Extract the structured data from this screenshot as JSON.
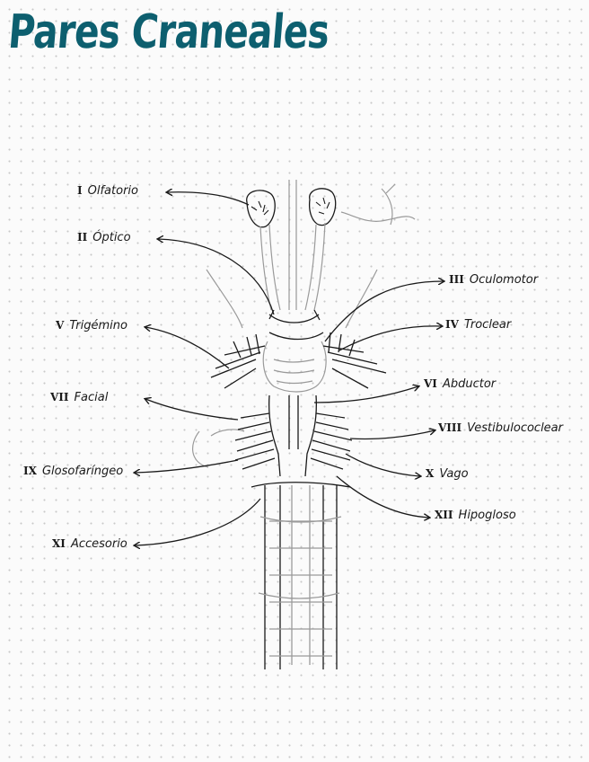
{
  "title": "Pares Craneales",
  "colors": {
    "title": "#0d5f6f",
    "ink": "#1a1a1a",
    "sketch": "#9a9a9a",
    "paper": "#fbfbfb",
    "dot": "#c9c9c9"
  },
  "nerves": [
    {
      "numeral": "I",
      "name": "Olfatorio"
    },
    {
      "numeral": "II",
      "name": "Óptico"
    },
    {
      "numeral": "III",
      "name": "Oculomotor"
    },
    {
      "numeral": "IV",
      "name": "Troclear"
    },
    {
      "numeral": "V",
      "name": "Trigémino"
    },
    {
      "numeral": "VI",
      "name": "Abductor"
    },
    {
      "numeral": "VII",
      "name": "Facial"
    },
    {
      "numeral": "VIII",
      "name": "Vestibulococlear"
    },
    {
      "numeral": "IX",
      "name": "Glosofaríngeo"
    },
    {
      "numeral": "X",
      "name": "Vago"
    },
    {
      "numeral": "XI",
      "name": "Accesorio"
    },
    {
      "numeral": "XII",
      "name": "Hipogloso"
    }
  ]
}
